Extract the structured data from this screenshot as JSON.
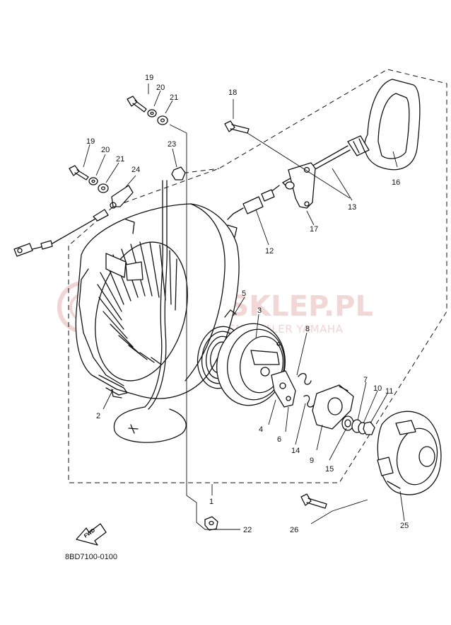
{
  "callouts": [
    {
      "id": "1",
      "text": "1"
    },
    {
      "id": "2",
      "text": "2"
    },
    {
      "id": "3",
      "text": "3"
    },
    {
      "id": "4",
      "text": "4"
    },
    {
      "id": "5",
      "text": "5"
    },
    {
      "id": "6",
      "text": "6"
    },
    {
      "id": "7",
      "text": "7"
    },
    {
      "id": "8",
      "text": "8"
    },
    {
      "id": "9",
      "text": "9"
    },
    {
      "id": "10",
      "text": "10"
    },
    {
      "id": "11",
      "text": "11"
    },
    {
      "id": "12",
      "text": "12"
    },
    {
      "id": "13",
      "text": "13"
    },
    {
      "id": "14",
      "text": "14"
    },
    {
      "id": "15",
      "text": "15"
    },
    {
      "id": "16",
      "text": "16"
    },
    {
      "id": "17",
      "text": "17"
    },
    {
      "id": "18",
      "text": "18"
    },
    {
      "id": "19a",
      "text": "19"
    },
    {
      "id": "19b",
      "text": "19"
    },
    {
      "id": "20a",
      "text": "20"
    },
    {
      "id": "20b",
      "text": "20"
    },
    {
      "id": "21a",
      "text": "21"
    },
    {
      "id": "21b",
      "text": "21"
    },
    {
      "id": "22",
      "text": "22"
    },
    {
      "id": "23",
      "text": "23"
    },
    {
      "id": "24",
      "text": "24"
    },
    {
      "id": "25",
      "text": "25"
    },
    {
      "id": "26",
      "text": "26"
    }
  ],
  "fwd_label": "FWD",
  "diagram_code": "8BD7100-0100",
  "watermark": {
    "main": "MA-SKLEP.PL",
    "sub": "AUTOCHEM DEALER YAMAHA"
  },
  "colors": {
    "line": "#111111",
    "background": "#ffffff",
    "watermark": "#e8b8b8"
  }
}
